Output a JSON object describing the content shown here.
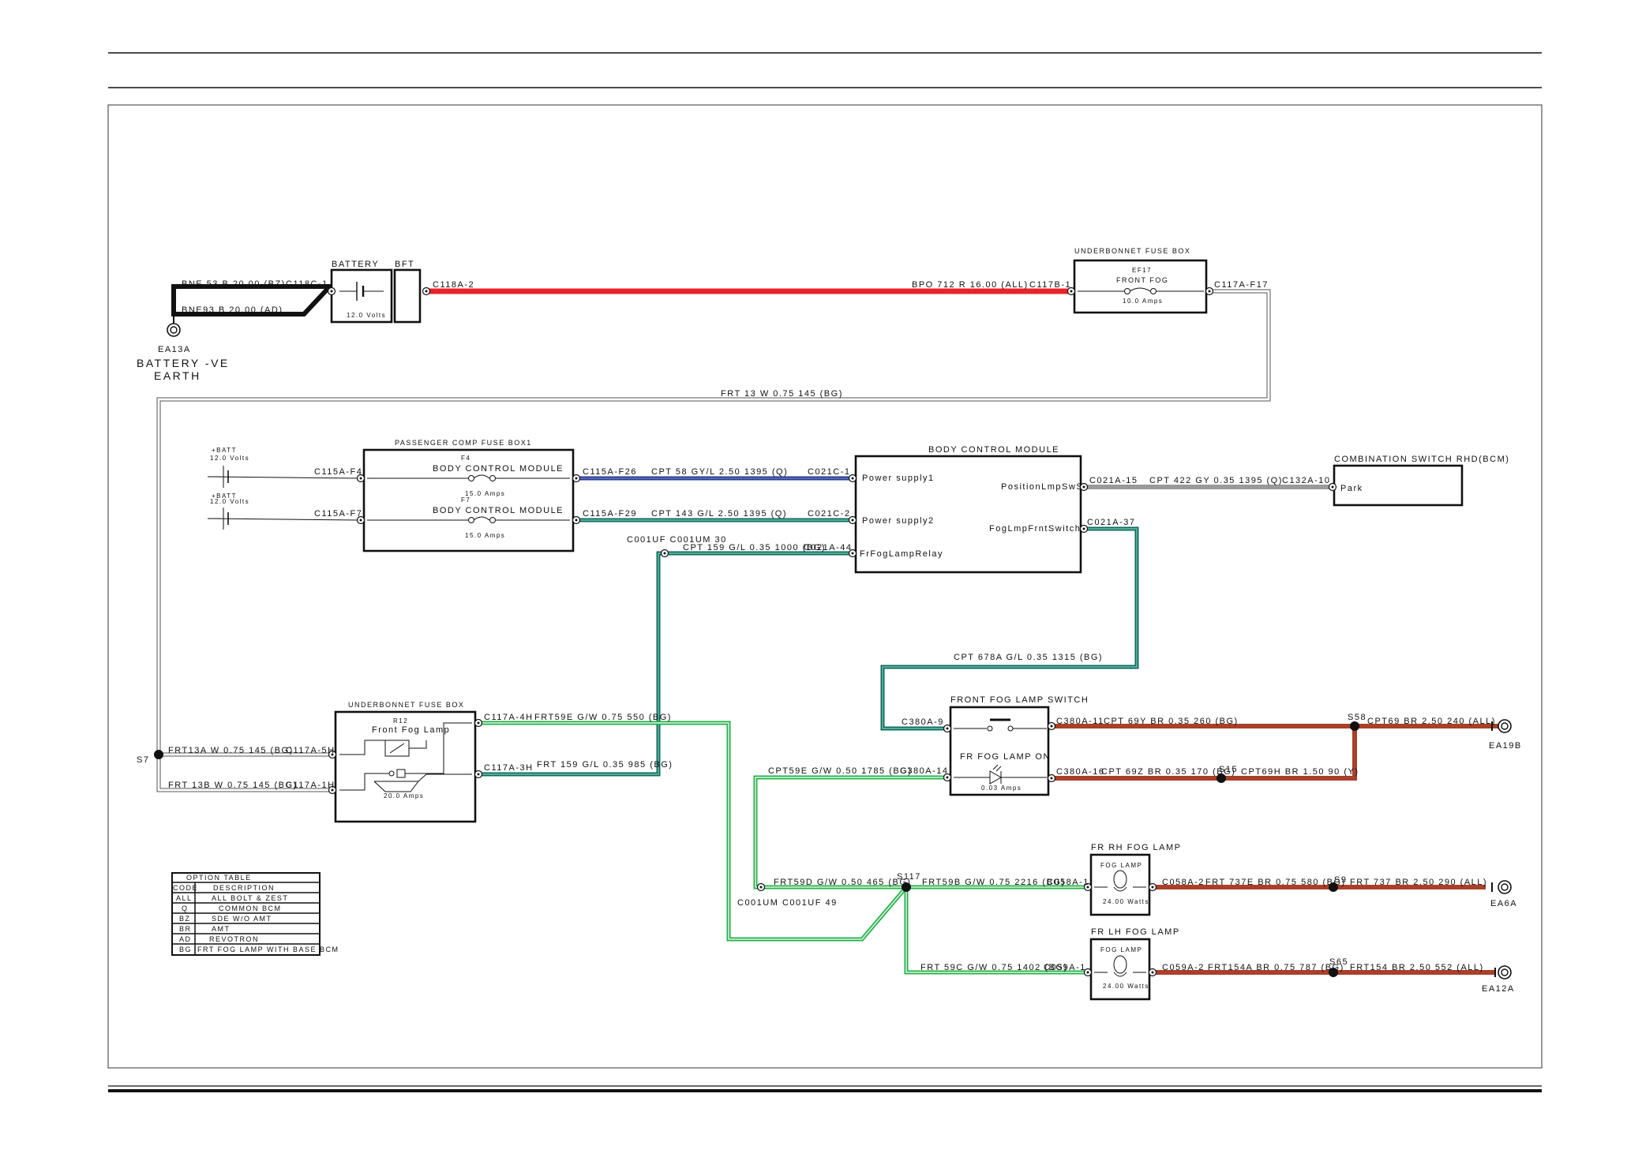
{
  "colors": {
    "red": "#e8232a",
    "navy": "#2a3a8c",
    "teal_dark": "#0e6a5e",
    "teal_light": "#7fd3b8",
    "green": "#26b04a",
    "green_light": "#a9e6b6",
    "brown": "#a8402a",
    "gray": "#9a9a9a",
    "black": "#111111",
    "white_wire": "#ffffff"
  },
  "battery": {
    "label": "BATTERY",
    "volts": "12.0 Volts",
    "bft_label": "BFT",
    "earth_id": "EA13A",
    "earth_name_1": "BATTERY -VE",
    "earth_name_2": "EARTH"
  },
  "wires": {
    "bne53": "BNE 53 B 20.00 (BZ)",
    "bne93": "BNE93 B 20.00 (AD)",
    "c118c": "C118C-1",
    "c118a": "C118A-2",
    "bpo712": "BPO 712 R 16.00 (ALL)",
    "c117b": "C117B-1",
    "c117a_f17": "C117A-F17",
    "frt13": "FRT 13 W 0.75 145 (BG)",
    "c115a_f4": "C115A-F4",
    "c115a_f7": "C115A-F7",
    "c115a_f26": "C115A-F26",
    "c115a_f29": "C115A-F29",
    "cpt58": "CPT 58 GY/L 2.50 1395 (Q)",
    "cpt143": "CPT 143 G/L 2.50 1395 (Q)",
    "c021c1": "C021C-1",
    "c021c2": "C021C-2",
    "c001uf_top": "C001UF C001UM 30",
    "cpt159": "CPT 159 G/L 0.35 1000 (BG)",
    "c021a44": "C021A-44",
    "c021a15": "C021A-15",
    "cpt422": "CPT 422 GY 0.35 1395 (Q)",
    "c132a10": "C132A-10",
    "c021a37": "C021A-37",
    "cpt678a": "CPT 678A G/L 0.35 1315 (BG)",
    "c380a9": "C380A-9",
    "c380a11": "C380A-11",
    "cpt69y": "CPT 69Y BR 0.35 260 (BG)",
    "s58": "S58",
    "cpt69": "CPT69 BR 2.50 240 (ALL)",
    "ea19b": "EA19B",
    "c380a16": "C380A-16",
    "cpt69z": "CPT 69Z BR 0.35 170 (BG)",
    "s15": "S15",
    "cpt69h": "CPT69H BR 1.50 90 (Y)",
    "cpt59e": "CPT59E G/W 0.50 1785 (BG)",
    "c380a14": "C380A-14",
    "s7": "S7",
    "frt13a": "FRT13A W 0.75 145 (BG)",
    "c117a5h": "C117A-5H",
    "frt13b": "FRT 13B W 0.75 145 (BG)",
    "c117a1h": "C117A-1H",
    "c117a4h": "C117A-4H",
    "frt59e": "FRT59E G/W 0.75 550 (BG)",
    "c117a3h": "C117A-3H",
    "frt159": "FRT 159 G/L 0.35 985 (BG)",
    "frt59d": "FRT59D G/W 0.50 465 (BG)",
    "s117": "S117",
    "frt59b": "FRT59B G/W 0.75 2216 (BG)",
    "c058a1": "C058A-1",
    "c001um_bottom": "C001UM C001UF 49",
    "c058a2": "C058A-2",
    "frt737e": "FRT 737E BR 0.75 580 (BG)",
    "s9": "S9",
    "frt737": "FRT 737 BR 2.50 290 (ALL)",
    "ea6a": "EA6A",
    "frt59c": "FRT 59C G/W 0.75 1402 (BG)",
    "c059a1": "C059A-1",
    "c059a2": "C059A-2",
    "frt154a": "FRT154A BR 0.75 787 (BG)",
    "s65": "S65",
    "frt154": "FRT154 BR 2.50 552 (ALL)",
    "ea12a": "EA12A"
  },
  "underbonnet_top": {
    "title": "UNDERBONNET FUSE BOX",
    "fuse_id": "EF17",
    "fuse_name": "FRONT FOG",
    "rating": "10.0 Amps"
  },
  "passenger_fusebox": {
    "title": "PASSENGER COMP FUSE BOX1",
    "batt1": "+BATT",
    "volts1": "12.0 Volts",
    "batt2": "+BATT",
    "volts2": "12.0 Volts",
    "f4": "F4",
    "f4_name": "BODY CONTROL MODULE",
    "f4_rating": "15.0 Amps",
    "f7": "F7",
    "f7_name": "BODY CONTROL MODULE",
    "f7_rating": "15.0 Amps"
  },
  "bcm": {
    "title": "BODY CONTROL MODULE",
    "pin1": "Power supply1",
    "pin2": "Power supply2",
    "pin3": "FrFogLampRelay",
    "pin4": "PositionLmpSwS",
    "pin5": "FogLmpFrntSwitchS"
  },
  "combo_switch": {
    "title": "COMBINATION SWITCH RHD(BCM)",
    "pin": "Park"
  },
  "underbonnet_relay": {
    "title": "UNDERBONNET FUSE BOX",
    "relay_id": "R12",
    "relay_name": "Front Fog Lamp",
    "rating": "20.0 Amps"
  },
  "fog_switch": {
    "title": "FRONT FOG LAMP SWITCH",
    "label": "FR FOG LAMP ON",
    "rating": "0.03 Amps"
  },
  "rh_lamp": {
    "title": "FR RH FOG LAMP",
    "label": "FOG LAMP",
    "watts": "24.00 Watts"
  },
  "lh_lamp": {
    "title": "FR LH FOG LAMP",
    "label": "FOG LAMP",
    "watts": "24.00 Watts"
  },
  "option_table": {
    "title": "OPTION TABLE",
    "header_code": "CODE",
    "header_desc": "DESCRIPTION",
    "rows": [
      {
        "code": "ALL",
        "desc": "ALL BOLT & ZEST"
      },
      {
        "code": "Q",
        "desc": "COMMON BCM"
      },
      {
        "code": "BZ",
        "desc": "SDE W/O AMT"
      },
      {
        "code": "BR",
        "desc": "AMT"
      },
      {
        "code": "AD",
        "desc": "REVOTRON"
      },
      {
        "code": "BG",
        "desc": "FRT FOG LAMP WITH BASE BCM"
      }
    ]
  }
}
